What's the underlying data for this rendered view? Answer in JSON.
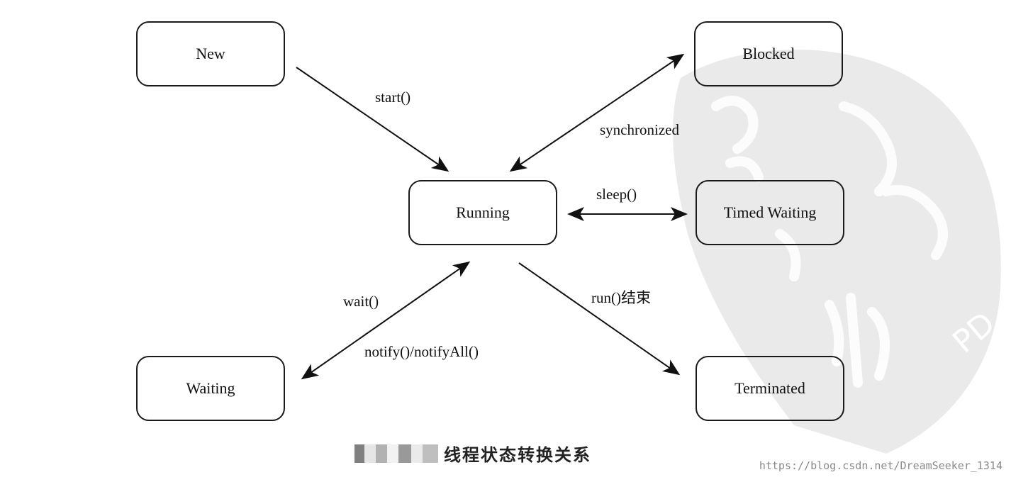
{
  "states": {
    "new": "New",
    "blocked": "Blocked",
    "running": "Running",
    "timed_waiting": "Timed Waiting",
    "waiting": "Waiting",
    "terminated": "Terminated"
  },
  "transitions": {
    "start": "start()",
    "synchronized": "synchronized",
    "sleep": "sleep()",
    "wait": "wait()",
    "notify": "notify()/notifyAll()",
    "run_end": "run()结束"
  },
  "caption": "线程状态转换关系",
  "watermark_text": "PD",
  "credit": "https://blog.csdn.net/DreamSeeker_1314",
  "colors": {
    "ink": "#111111",
    "watermark": "#e0e0e0"
  }
}
